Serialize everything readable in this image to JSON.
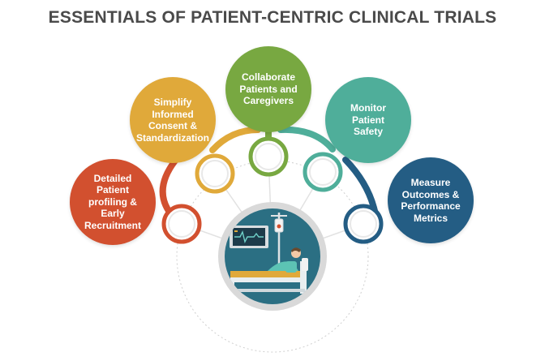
{
  "title": "ESSENTIALS OF PATIENT-CENTRIC CLINICAL TRIALS",
  "steps": [
    {
      "label": "Detailed\nPatient\nprofiling &\nEarly\nRecruitment",
      "color": "#d2502f"
    },
    {
      "label": "Simplify\nInformed\nConsent &\nStandardization",
      "color": "#e0a93a"
    },
    {
      "label": "Collaborate\nPatients and\nCaregivers",
      "color": "#78a841"
    },
    {
      "label": "Monitor\nPatient\nSafety",
      "color": "#4fae9a"
    },
    {
      "label": "Measure\nOutcomes &\nPerformance\nMetrics",
      "color": "#245d84"
    }
  ],
  "center": {
    "icon": "patient-in-hospital-bed-icon",
    "bg_color": "#2b6f83",
    "ring_color": "#d9d9d9"
  }
}
